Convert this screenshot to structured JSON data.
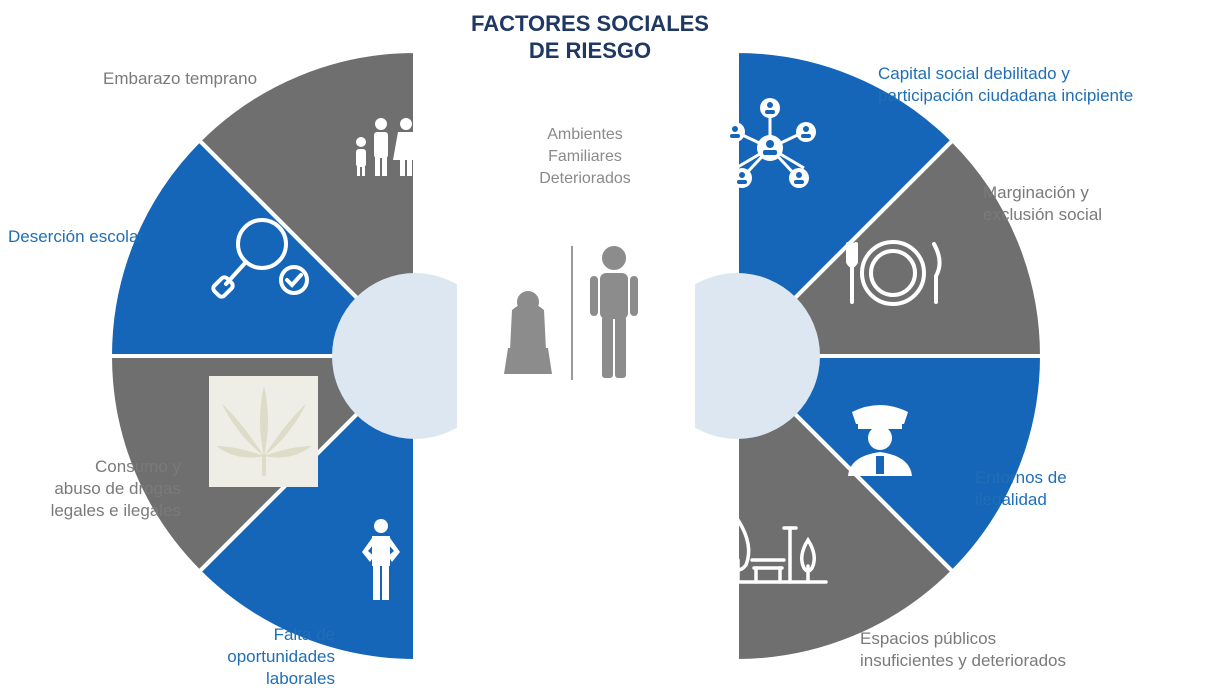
{
  "title": {
    "line1": "FACTORES SOCIALES",
    "line2": "DE RIESGO"
  },
  "center": {
    "line1": "Ambientes",
    "line2": "Familiares",
    "line3": "Deteriorados"
  },
  "factors": {
    "embarazo": {
      "text": "Embarazo temprano",
      "icon": "family-icon"
    },
    "desercion": {
      "text": "Deserción escolar",
      "icon": "magnifier-check-icon"
    },
    "consumo": {
      "line1": "Consumo y",
      "line2": "abuso de drogas",
      "line3": "legales e ilegales",
      "icon": "cannabis-leaf-icon"
    },
    "falta": {
      "line1": "Falta de",
      "line2": "oportunidades",
      "line3": "laborales",
      "icon": "person-hands-on-hips-icon"
    },
    "capital": {
      "line1": "Capital social debilitado y",
      "line2": "participación ciudadana incipiente",
      "icon": "network-people-icon"
    },
    "marginacion": {
      "line1": "Marginación y",
      "line2": "exclusión social",
      "icon": "plate-cutlery-icon"
    },
    "entornos": {
      "line1": "Entornos de",
      "line2": "ilegalidad",
      "icon": "police-officer-icon"
    },
    "espacios": {
      "line1": "Espacios públicos",
      "line2": "insuficientes y deteriorados",
      "icon": "park-bench-icon"
    }
  },
  "colors": {
    "blue": "#1565b8",
    "grey": "#6f6f6f",
    "hub": "#dde7f2",
    "title": "#1f3864",
    "label_grey": "#7a7a7a",
    "label_blue": "#1f6fb6"
  }
}
